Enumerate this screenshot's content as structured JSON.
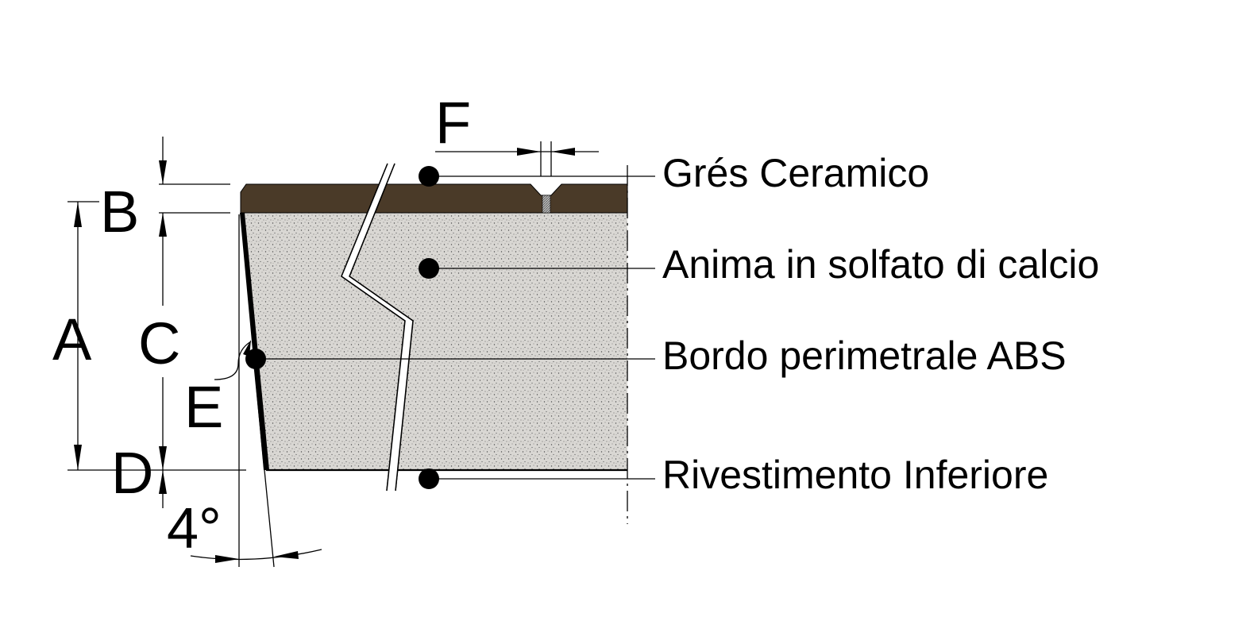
{
  "colors": {
    "tile": "#4a3a28",
    "core": "#d8d6d2",
    "core_speckle": "#555555",
    "edge_band": "#000000",
    "line": "#000000"
  },
  "dimensions": {
    "A": "A",
    "B": "B",
    "C": "C",
    "D": "D",
    "E": "E",
    "F": "F"
  },
  "angle": "4°",
  "callouts": {
    "gres": "Grés Ceramico",
    "anima": "Anima in solfato di calcio",
    "bordo": "Bordo perimetrale ABS",
    "rivestimento": "Rivestimento Inferiore"
  }
}
